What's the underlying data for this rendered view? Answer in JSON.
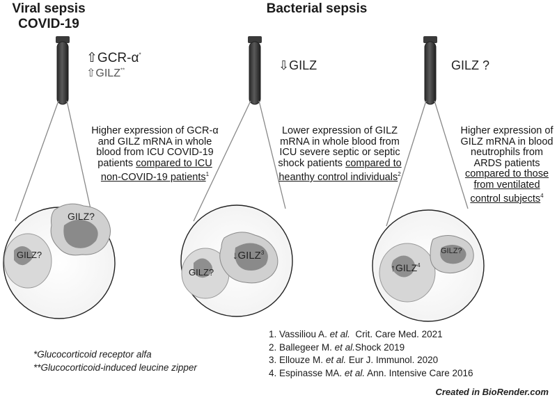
{
  "headers": {
    "viral_line1": "Viral sepsis",
    "viral_line2": "COVID-19",
    "bacterial": "Bacterial sepsis"
  },
  "markers": {
    "viral_gcr": "⇧GCR-α",
    "viral_gcr_sup": "*",
    "viral_gilz": "⇧GILZ",
    "viral_gilz_sup": "**",
    "bacterial_gilz": "⇩GILZ",
    "ards_gilz": "GILZ ?"
  },
  "panels": [
    {
      "plain": "Higher expression of GCR-α and GILZ mRNA in whole blood from ICU COVID-19 patients ",
      "underlined": "compared to ICU non-COVID-19 patients",
      "ref": "1",
      "cell_labels": [
        "GILZ?",
        "GILZ?"
      ]
    },
    {
      "plain": "Lower expression of GILZ mRNA in whole blood from ICU severe septic or septic shock patients ",
      "underlined": "compared to heanthy control individuals",
      "ref": "2",
      "cell_labels": [
        "GILZ?",
        "↓GILZ",
        "3"
      ]
    },
    {
      "plain": "Higher expression of GILZ mRNA in blood neutrophils from ARDS patients ",
      "underlined": "compared to those from ventilated control subjects",
      "ref": "4",
      "cell_labels": [
        "↑GILZ",
        "4",
        "GILZ?"
      ]
    }
  ],
  "footnotes": [
    "*Glucocorticoid receptor alfa",
    "**Glucocorticoid-induced leucine zipper"
  ],
  "references": [
    {
      "num": "1.",
      "authors": "Vassiliou A.",
      "etal": "et al.",
      "journal": "Crit. Care Med. 2021"
    },
    {
      "num": "2.",
      "authors": "Ballegeer M.",
      "etal": "et al.",
      "journal": "Shock 2019"
    },
    {
      "num": "3.",
      "authors": "Ellouze M.",
      "etal": "et al.",
      "journal": "Eur J. Immunol. 2020"
    },
    {
      "num": "4.",
      "authors": "Espinasse MA.",
      "etal": "et al.",
      "journal": "Ann. Intensive Care 2016"
    }
  ],
  "credit": "Created in BioRender.com"
}
